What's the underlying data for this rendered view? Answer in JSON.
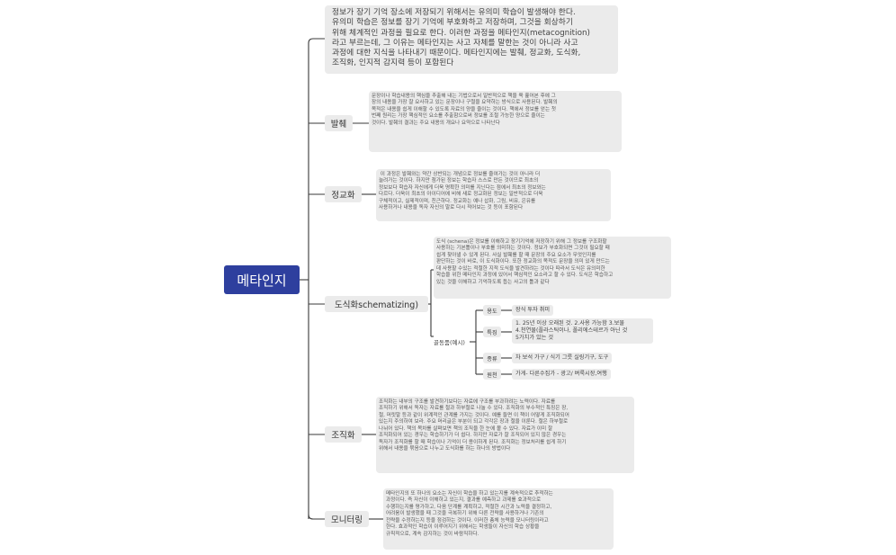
{
  "root": "메타인지",
  "intro": "정보가 장기 기억 장소에 저장되기 위해서는 유의미 학습이 발생해야 한다.\n유의미 학습은 정보를 장기 기억에 부호화하고 저장하며, 그것을 회상하기\n위해 체계적인 과정을 필요로 한다. 이러한 과정을 메타인지(metacognition)\n라고 부르는데, 그 이유는 메타인지는 사고 자체를 말한는 것이 아니라 사고\n과정에 대한 지식을 나타내기 때문이다. 메타인지에는 발췌, 정교화, 도식화,\n조직화, 인지적 감지력 등이 포함된다",
  "branches": [
    {
      "label": "발췌",
      "text": "문장이나 학습내용의 핵심을 추출해 내는 기법으로서 일반적으로 책을 쭉 훑어본 후에 그\n장의 내용을 가장 잘 요사하고 있는 문장이나 구절을 요약하는 방식으로 사용된다. 발췌의\n목적은 내용을 쉽게 이해할 수 있도록 자료의 양을 줄이는 것이다. 책에서 정보를 얻는 첫\n번째 원리는 가장 핵심적인 요소를 추출함으로써 정보를 조절 가능한 양으로 줄이는\n것이다. 발췌의 결과는 주요 내용의 개요나 요약으로 나타난다"
    },
    {
      "label": "정교화",
      "text": " 이 과정은 발췌와는 약간 상반되는 개념으로 정보를 줄여가는 것이 아니라 더\n늘려가는 것이다. 하지만 첨가된 정보는 학습자 스스로 만든 것이므로 최초의\n정보보다 학습자 자신에게 더욱 명확한 의미를 지닌다는 점에서 최초의 정보와는\n다르다. 더욱이 최초의 아이디어에 비해 새로 정교화된 정보는 일반적으로 더욱\n구체적이고, 실제적이며, 친근하다. 정교화는 예나 삽화, 그림, 비유, 은유를\n사용하거나 내용을 독자 자신의 말로 다시 적어보는 것 등이 포함된다"
    },
    {
      "label": "도식화schematizing)",
      "text": "도식 (schena)은 정보를 이해하고 장기기억에 저장하기 위해 그 정보를 구조화할\n사용하는 기본틀이나 부호를 의미하는 것이다. 정보가 부호화되면 그것이 필요할 때\n쉽게 찾아낼 수 있게 된다. 사실 발췌를 할 때 문장의 주요 요소가 무엇인지를\n판단하는 것이 바로, 이 도식화이다. 또한 정교화의 목적도 문장을 의미 있게 만드는\n데 사용할 수있는 적절한 지적 도식을 발견하려는 것이다 따라서 도식은 유의미한\n학습을 위한 메타인지 과정에 있어서 핵심적인 요소라고 할 수 있다. 도식은 학습하고\n있는 것을 이해하고 기억하도록 돕는 사고의 틀과 같다",
      "example_label": "골동품(예시)",
      "items": [
        {
          "label": "용도",
          "value": "장식 투자 취미"
        },
        {
          "label": "특징",
          "value": "1. 25년 이상 오래된 것. 2.사용 가능함 3.보물\n4.천연물(플라스틱이나, 폴리에스테르가 아닌 것\n5가치가 있는 것"
        },
        {
          "label": "종류",
          "value": "차 보석 가구 / 식기 그릇 실링기구, 도구"
        },
        {
          "label": "원천",
          "value": "가게- 다른수집가 - 광고/ 벼룩시장,여행"
        }
      ]
    },
    {
      "label": "조직화",
      "text": "조직화는 내부의 구조를 발견하기보다는 자료에 구조를 부과하려는 노력이다. 자료를\n조직하기 위해서 독자는 자료를 절과 하부절로 나눌 수 있다. 조직화의 부수적인 특징은 장,\n절, 머릿말 등과 같이 위계적인 관계를 가지는 것이다. 예를 들면 이 책이 어떻게 조직화되어\n있는지 주의하여 보라. 주요 머리글은 부분이 되고 각각은 장과 절을 이룬다. 절은 하부절로\n나뉘어 있다. 책의 목차를 살펴보면 책의 조직을 한 눈에 볼 수 있다. 자료가 이미 잘\n조직화되어 있는 경우는 학습하기가 더 쉽다. 하지만 자료가 잘 조직되어 있지 않은 경우는\n독자가 조직화를 할 때 학습이나 기억이 더 용이하게 된다. 조직화는 정보처리를 쉽게 하기\n위해서 내용을 묶음으로 나누고 도식화를 하는 하나의 방법이다"
    },
    {
      "label": "모니터링",
      "text": "메타인지의 또 하나의 요소는 자신이 학습을 하고 있는지를 계속적으로 추적하는\n과정이다. 즉 자신이 이해하고 있는지, 결과를 예측하고 과제를 효과적으로\n수행하는지를 평가하고, 다음 단계를 계획하고, 적절한 시간과 노력을 결정하고,\n어려움이 발생했을 때 그것을 극복하기 위해 다른 전략을 사용하거나 기존의\n전략을 수정하는지 등을 점검하는 것이다. 이러한 총체 능력을 모니터링이라고\n한다. 효과적인 학습이 이루어지기 위해서는 학생들이 자신의 학습 상황을\n규칙적으로, 계속 감지하는 것이 바람직하다."
    }
  ]
}
